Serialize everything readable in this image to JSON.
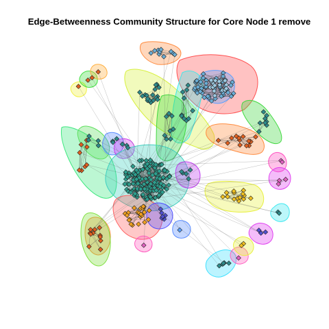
{
  "title": "Edge-Betweenness Community Structure for Core Node 1 remove",
  "communities": [
    {
      "id": "c-orange-top",
      "color": "#FF8C40"
    },
    {
      "id": "c-red-top",
      "color": "#FF5050"
    },
    {
      "id": "c-blue-top",
      "color": "#5AA0FF"
    },
    {
      "id": "c-yellow-left",
      "color": "#D8F040"
    },
    {
      "id": "c-cyan-top",
      "color": "#40E8E8"
    },
    {
      "id": "c-green-top",
      "color": "#40D840"
    },
    {
      "id": "c-green-right",
      "color": "#40D840"
    },
    {
      "id": "c-orange-right",
      "color": "#FF8C40"
    },
    {
      "id": "c-yellow-mid",
      "color": "#E8F040"
    },
    {
      "id": "c-green-bigleft",
      "color": "#40E880"
    },
    {
      "id": "c-green-left2",
      "color": "#60E060"
    },
    {
      "id": "c-blue-left",
      "color": "#5A8CFF"
    },
    {
      "id": "c-magenta-left",
      "color": "#D040F0"
    },
    {
      "id": "c-core",
      "color": "#40D0C0"
    },
    {
      "id": "c-red-core",
      "color": "#FF6060"
    },
    {
      "id": "c-purple-core",
      "color": "#C040F0"
    },
    {
      "id": "c-blue-core",
      "color": "#5050FF"
    },
    {
      "id": "c-orange-bottom",
      "color": "#FF8C40"
    },
    {
      "id": "c-green-bottom",
      "color": "#80E040"
    },
    {
      "id": "c-magenta-bottom",
      "color": "#FF60C0"
    },
    {
      "id": "c-cyan-bottom",
      "color": "#40E0FF"
    },
    {
      "id": "c-pink-right",
      "color": "#FF50C0"
    },
    {
      "id": "c-magenta-right",
      "color": "#E040F0"
    },
    {
      "id": "c-blue-small",
      "color": "#5A8CFF"
    },
    {
      "id": "c-tl-yellow",
      "color": "#F0F040"
    },
    {
      "id": "c-tl-green",
      "color": "#40E040"
    },
    {
      "id": "c-tl-orange",
      "color": "#FFB040"
    },
    {
      "id": "c-br-pink",
      "color": "#FF60C0"
    },
    {
      "id": "c-br-magenta",
      "color": "#E040F0"
    },
    {
      "id": "c-br-yellow",
      "color": "#E8F040"
    },
    {
      "id": "c-br-cyan",
      "color": "#40E8F0"
    }
  ]
}
